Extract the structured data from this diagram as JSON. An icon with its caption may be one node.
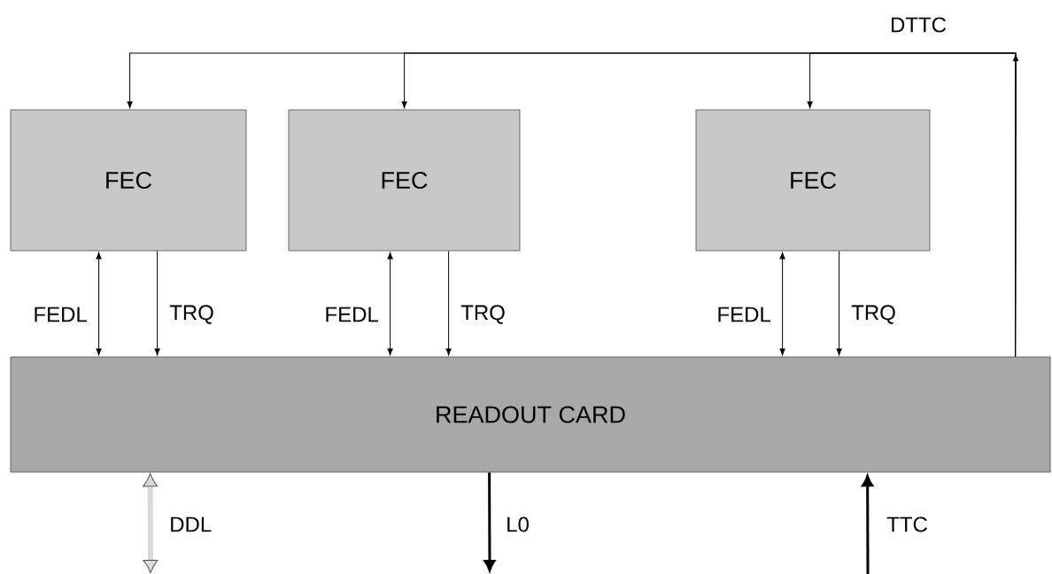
{
  "diagram": {
    "nodes": [
      {
        "text": [
          "FEC"
        ]
      },
      {
        "text": [
          "FEC"
        ]
      },
      {
        "text": [
          "FEC"
        ]
      },
      {
        "text": [
          "READOUT CARD"
        ]
      }
    ],
    "edges": [
      {
        "from": 3,
        "to": 0,
        "arrow": "to"
      },
      {
        "from": 3,
        "to": 1,
        "arrow": "to"
      },
      {
        "from": 3,
        "to": 2,
        "arrow": "to",
        "label": "DTTC"
      },
      {
        "from": 0,
        "to": 3,
        "arrow": "both",
        "label": "FEDL"
      },
      {
        "from": 0,
        "to": 3,
        "arrow": "to",
        "label": "TRQ"
      },
      {
        "from": 1,
        "to": 3,
        "arrow": "both",
        "label": "FEDL"
      },
      {
        "from": 1,
        "to": 3,
        "arrow": "to",
        "label": "TRQ"
      },
      {
        "from": 2,
        "to": 3,
        "arrow": "both",
        "label": "FEDL"
      },
      {
        "from": 2,
        "to": 3,
        "arrow": "to",
        "label": "TRQ"
      },
      {
        "from": 3,
        "to": null,
        "arrow": "both",
        "label": "DDL",
        "style": "thick",
        "color": "#d9d9d9"
      },
      {
        "from": 3,
        "to": null,
        "arrow": "to",
        "label": "L0",
        "style": "thick"
      },
      {
        "from": null,
        "to": 3,
        "arrow": "to",
        "label": "TTC",
        "style": "thick"
      }
    ]
  }
}
